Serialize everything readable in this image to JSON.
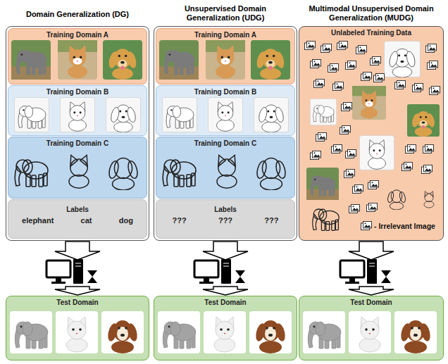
{
  "diagram": {
    "nodes": [
      {
        "text": [
          "Domain Generalization (DG)"
        ]
      },
      {
        "text": [
          "Training Domain A"
        ],
        "in": 0
      },
      {
        "text": [
          "Training Domain B"
        ],
        "in": 0
      },
      {
        "text": [
          "Training Domain C"
        ],
        "in": 0
      },
      {
        "text": [
          "Labels",
          "elephant",
          "cat",
          "dog"
        ],
        "in": 0
      },
      {
        "text": [
          "Test Domain"
        ]
      },
      {
        "text": [
          "Unsupervised Domain Generalization (UDG)"
        ]
      },
      {
        "text": [
          "Training Domain A"
        ],
        "in": 6
      },
      {
        "text": [
          "Training Domain B"
        ],
        "in": 6
      },
      {
        "text": [
          "Training Domain C"
        ],
        "in": 6
      },
      {
        "text": [
          "Labels",
          "???",
          "???",
          "???"
        ],
        "in": 6
      },
      {
        "text": [
          "Test Domain"
        ]
      },
      {
        "text": [
          "Multimodal Unsupervised Domain Generalization (MUDG)",
          "Unlabeled Training Data"
        ]
      },
      {
        "text": [
          "Test Domain"
        ]
      }
    ],
    "edges": [
      {
        "from": 0,
        "to": 5,
        "arrow": "to"
      },
      {
        "from": 6,
        "to": 11,
        "arrow": "to"
      },
      {
        "from": 12,
        "to": 13,
        "arrow": "to"
      }
    ],
    "legend": [
      {
        "text": "- Irrelevant Image"
      }
    ]
  }
}
